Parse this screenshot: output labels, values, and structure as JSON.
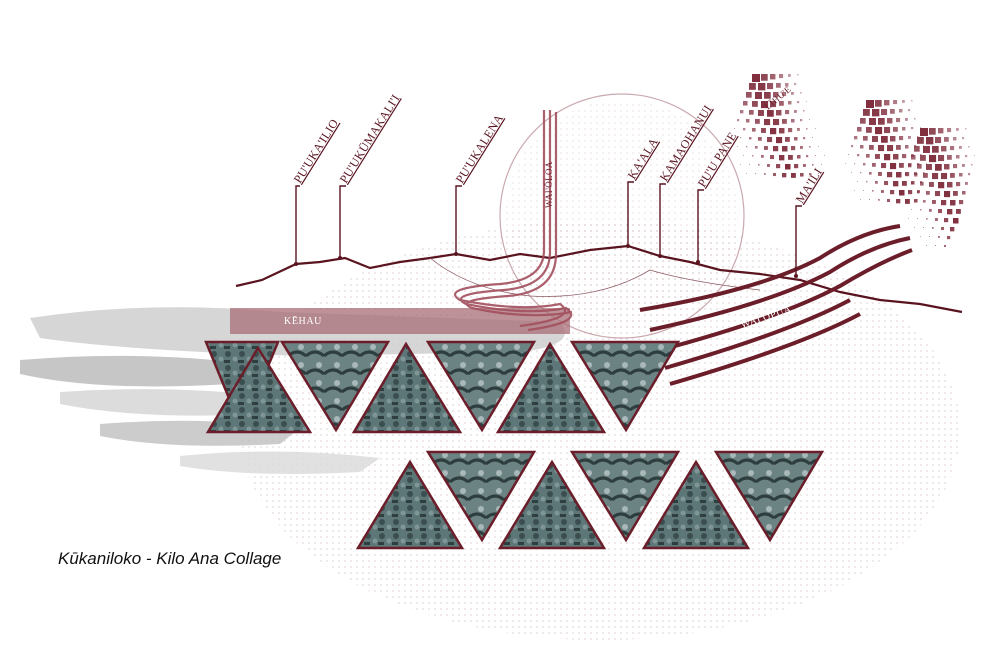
{
  "caption": "Kūkaniloko - Kilo Ana Collage",
  "peaks": [
    "PU'UKA'ILIO",
    "PU'UKŪMAKALI'I",
    "PU'UKALENA",
    "KA'ALA",
    "KAMAOHANUI",
    "PU'U PANE",
    "MA'ILI"
  ],
  "waters": {
    "wai_left": "WAI'ŌLOA",
    "wind": "KĒHAU",
    "stream_right": "WAI'OPUA",
    "rain": "LĪHU'E"
  },
  "colors": {
    "accent": "#7a2434",
    "accent_light": "#b98a92",
    "photo_tint": "#4d6566",
    "mist": "#c8c8c8"
  }
}
